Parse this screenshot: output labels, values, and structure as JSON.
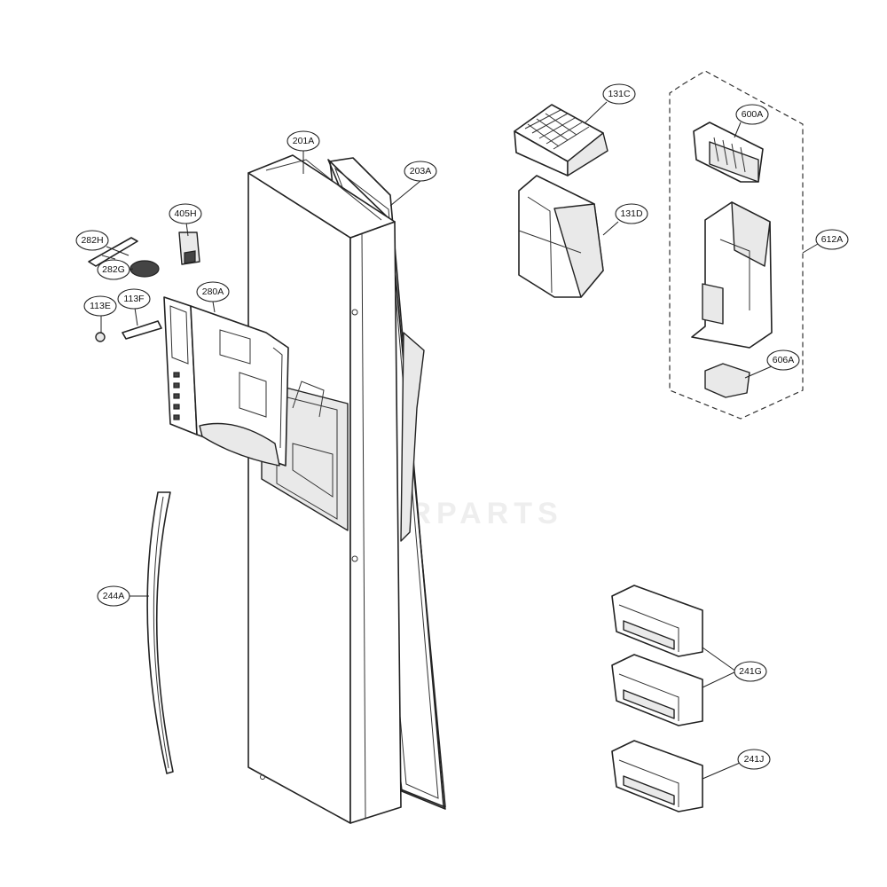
{
  "callouts": {
    "c201A": "201A",
    "c203A": "203A",
    "c405H": "405H",
    "c282H": "282H",
    "c282G": "282G",
    "c113E": "113E",
    "c113F": "113F",
    "c280A": "280A",
    "c244A": "244A",
    "c131C": "131C",
    "c131D": "131D",
    "c600A": "600A",
    "c612A": "612A",
    "c606A": "606A",
    "c241G": "241G",
    "c241J": "241J"
  },
  "watermark": "REPAIRPARTS"
}
